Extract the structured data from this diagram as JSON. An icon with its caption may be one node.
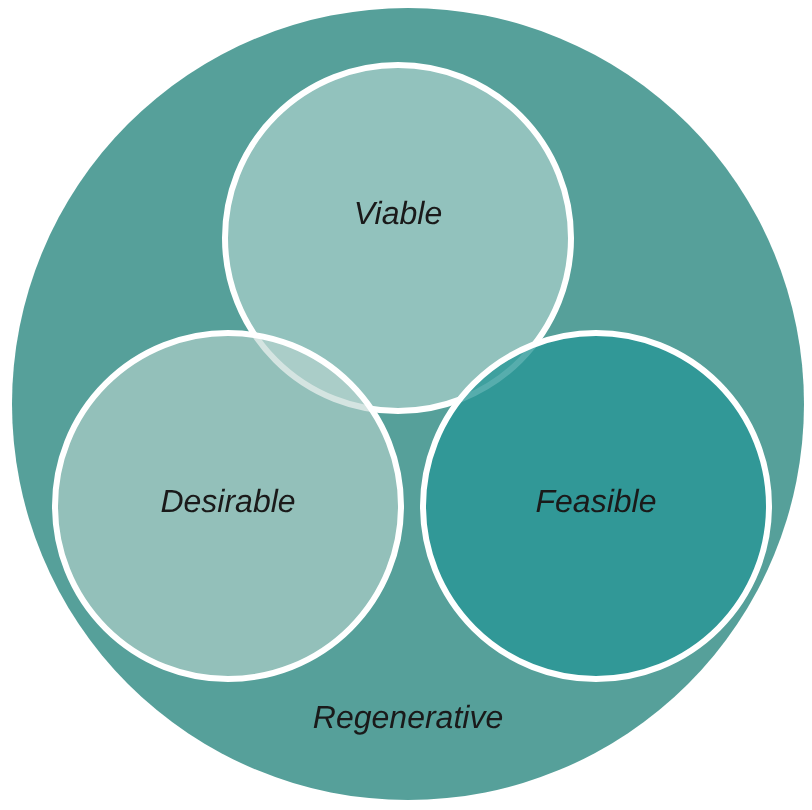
{
  "diagram": {
    "nodes": [
      {
        "text": [
          "Regenerative"
        ]
      },
      {
        "text": [
          "Viable"
        ],
        "in": 0
      },
      {
        "text": [
          "Desirable"
        ],
        "in": 0
      },
      {
        "text": [
          "Feasible"
        ],
        "in": 0
      }
    ]
  }
}
